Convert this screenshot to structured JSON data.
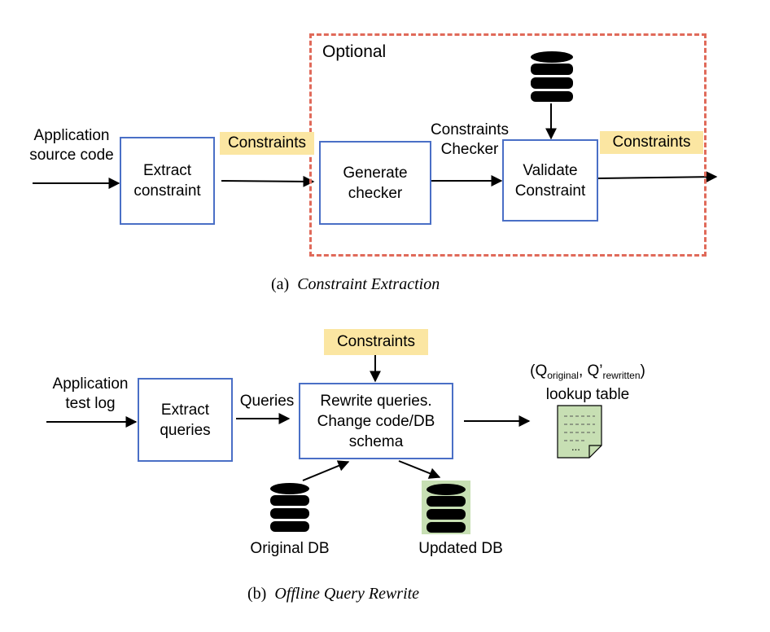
{
  "figure_a": {
    "caption_label": "(a)",
    "caption_title": "Constraint Extraction",
    "optional_label": "Optional",
    "input_line1": "Application",
    "input_line2": "source code",
    "extract_line1": "Extract",
    "extract_line2": "constraint",
    "constraints_tag_1": "Constraints",
    "generate_line1": "Generate",
    "generate_line2": "checker",
    "checker_label_line1": "Constraints",
    "checker_label_line2": "Checker",
    "validate_line1": "Validate",
    "validate_line2": "Constraint",
    "constraints_tag_2": "Constraints"
  },
  "figure_b": {
    "caption_label": "(b)",
    "caption_title": "Offline Query Rewrite",
    "input_line1": "Application",
    "input_line2": "test log",
    "extract_line1": "Extract",
    "extract_line2": "queries",
    "queries_label": "Queries",
    "constraints_tag": "Constraints",
    "rewrite_line1": "Rewrite queries.",
    "rewrite_line2": "Change code/DB",
    "rewrite_line3": "schema",
    "lookup_open": "(Q",
    "lookup_sub1": "original",
    "lookup_mid": ", Q’",
    "lookup_sub2": "rewritten",
    "lookup_close": ")",
    "lookup_line2": "lookup table",
    "doc_ellipsis": "...",
    "original_db_label": "Original DB",
    "updated_db_label": "Updated DB"
  },
  "colors": {
    "box_border": "#4a6fc6",
    "highlight": "#fbe6a2",
    "optional_border": "#e06a5a",
    "updated_db_bg": "#c7dfb3",
    "document_fill": "#c7dfb3"
  },
  "icons": [
    "database-icon",
    "document-icon"
  ]
}
